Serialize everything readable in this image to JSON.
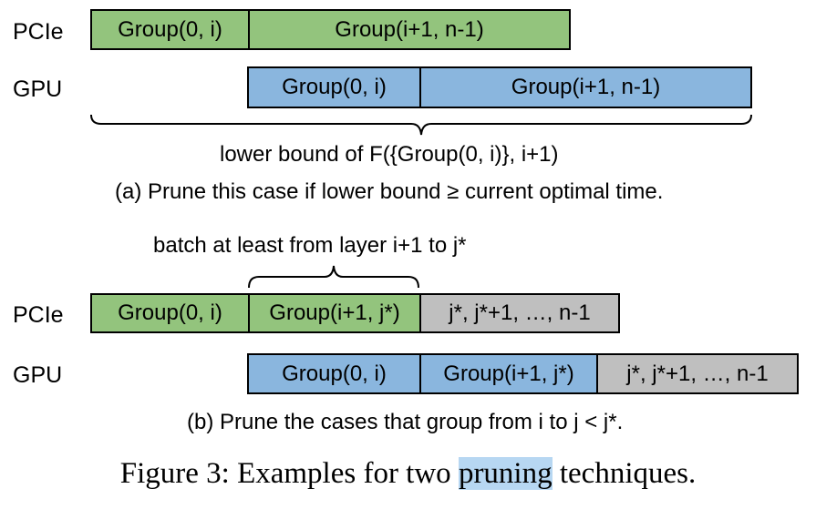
{
  "diagram_a": {
    "labels": {
      "pcie": "PCIe",
      "gpu": "GPU"
    },
    "pcie_blocks": [
      "Group(0, i)",
      "Group(i+1, n-1)"
    ],
    "gpu_blocks": [
      "Group(0, i)",
      "Group(i+1, n-1)"
    ],
    "brace_label": "lower bound of F({Group(0, i)}, i+1)",
    "caption": "(a) Prune this case if lower bound ≥ current optimal time."
  },
  "diagram_b": {
    "brace_label": "batch at least from layer i+1 to j*",
    "labels": {
      "pcie": "PCIe",
      "gpu": "GPU"
    },
    "pcie_blocks": [
      "Group(0, i)",
      "Group(i+1, j*)",
      "j*, j*+1, …, n-1"
    ],
    "gpu_blocks": [
      "Group(0, i)",
      "Group(i+1, j*)",
      "j*, j*+1, …, n-1"
    ],
    "caption": "(b) Prune the cases that group from i to j < j*."
  },
  "figure_caption": {
    "prefix": "Figure 3: Examples for two ",
    "highlighted": "pruning",
    "suffix": " techniques."
  },
  "colors": {
    "green": "#93c47d",
    "blue": "#8ab6de",
    "gray": "#bfbfbf",
    "highlight": "#b7d7f2"
  }
}
